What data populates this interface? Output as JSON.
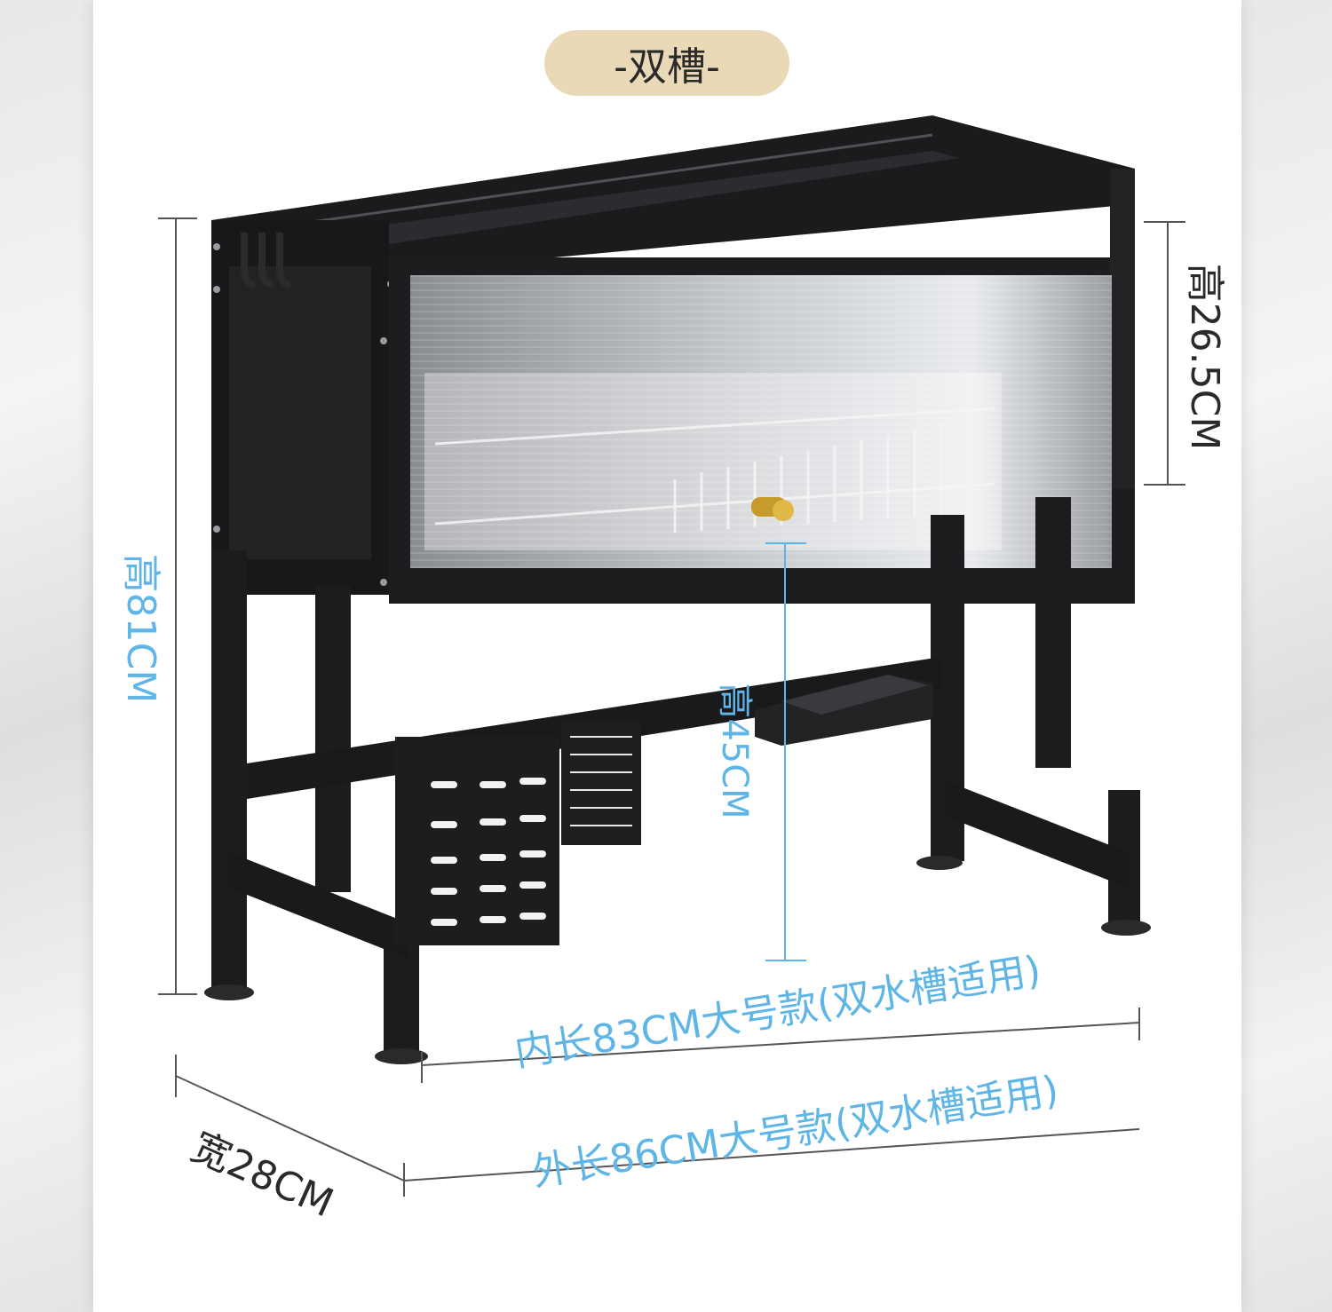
{
  "header": {
    "tag": "-双槽-"
  },
  "dimensions": {
    "total_height": "高81CM",
    "cabinet_height": "高26.5CM",
    "clearance_height": "高45CM",
    "inner_length": "内长83CM大号款(双水槽适用)",
    "outer_length": "外长86CM大号款(双水槽适用)",
    "width": "宽28CM"
  },
  "colors": {
    "accent_blue": "#5fb6e6",
    "pill_gold": "#ead9b6",
    "frame_black": "#1b1b1d"
  }
}
